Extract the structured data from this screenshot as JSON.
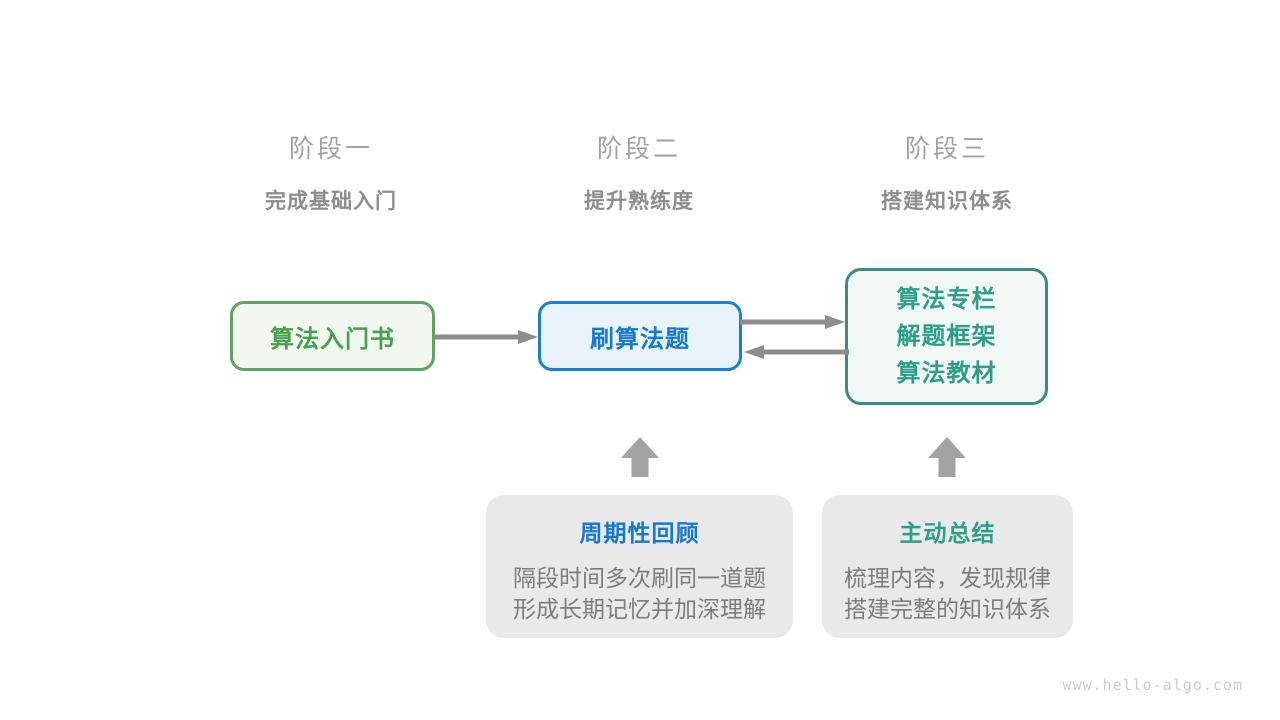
{
  "stages": [
    {
      "label": "阶段一",
      "subtitle": "完成基础入门"
    },
    {
      "label": "阶段二",
      "subtitle": "提升熟练度"
    },
    {
      "label": "阶段三",
      "subtitle": "搭建知识体系"
    }
  ],
  "nodes": {
    "intro_book": {
      "label": "算法入门书"
    },
    "practice": {
      "label": "刷算法题"
    },
    "resources": {
      "lines": [
        "算法专栏",
        "解题框架",
        "算法教材"
      ]
    }
  },
  "cards": [
    {
      "title": "周期性回顾",
      "body_lines": [
        "隔段时间多次刷同一道题",
        "形成长期记忆并加深理解"
      ],
      "title_color": "#1579d2"
    },
    {
      "title": "主动总结",
      "body_lines": [
        "梳理内容，发现规律",
        "搭建完整的知识体系"
      ],
      "title_color": "#2b9f88"
    }
  ],
  "watermark": "www.hello-algo.com",
  "colors": {
    "stage_label": "#a2a2a2",
    "stage_subtitle": "#8d8d8d",
    "green_border": "#5ea35f",
    "green_bg": "#f2f8f0",
    "green_text": "#44a14c",
    "blue_border": "#1b7fd5",
    "blue_bg": "#e9f3fb",
    "blue_text": "#1579d2",
    "teal_border": "#3c8c81",
    "teal_bg": "#f1f8f5",
    "teal_text": "#2b9f88",
    "connector_arrow": "#8d8d8d",
    "block_arrow": "#a3a3a3",
    "card_bg": "#e9e9e9",
    "card_body_text": "#7d7d7d",
    "watermark": "#cccccc"
  }
}
